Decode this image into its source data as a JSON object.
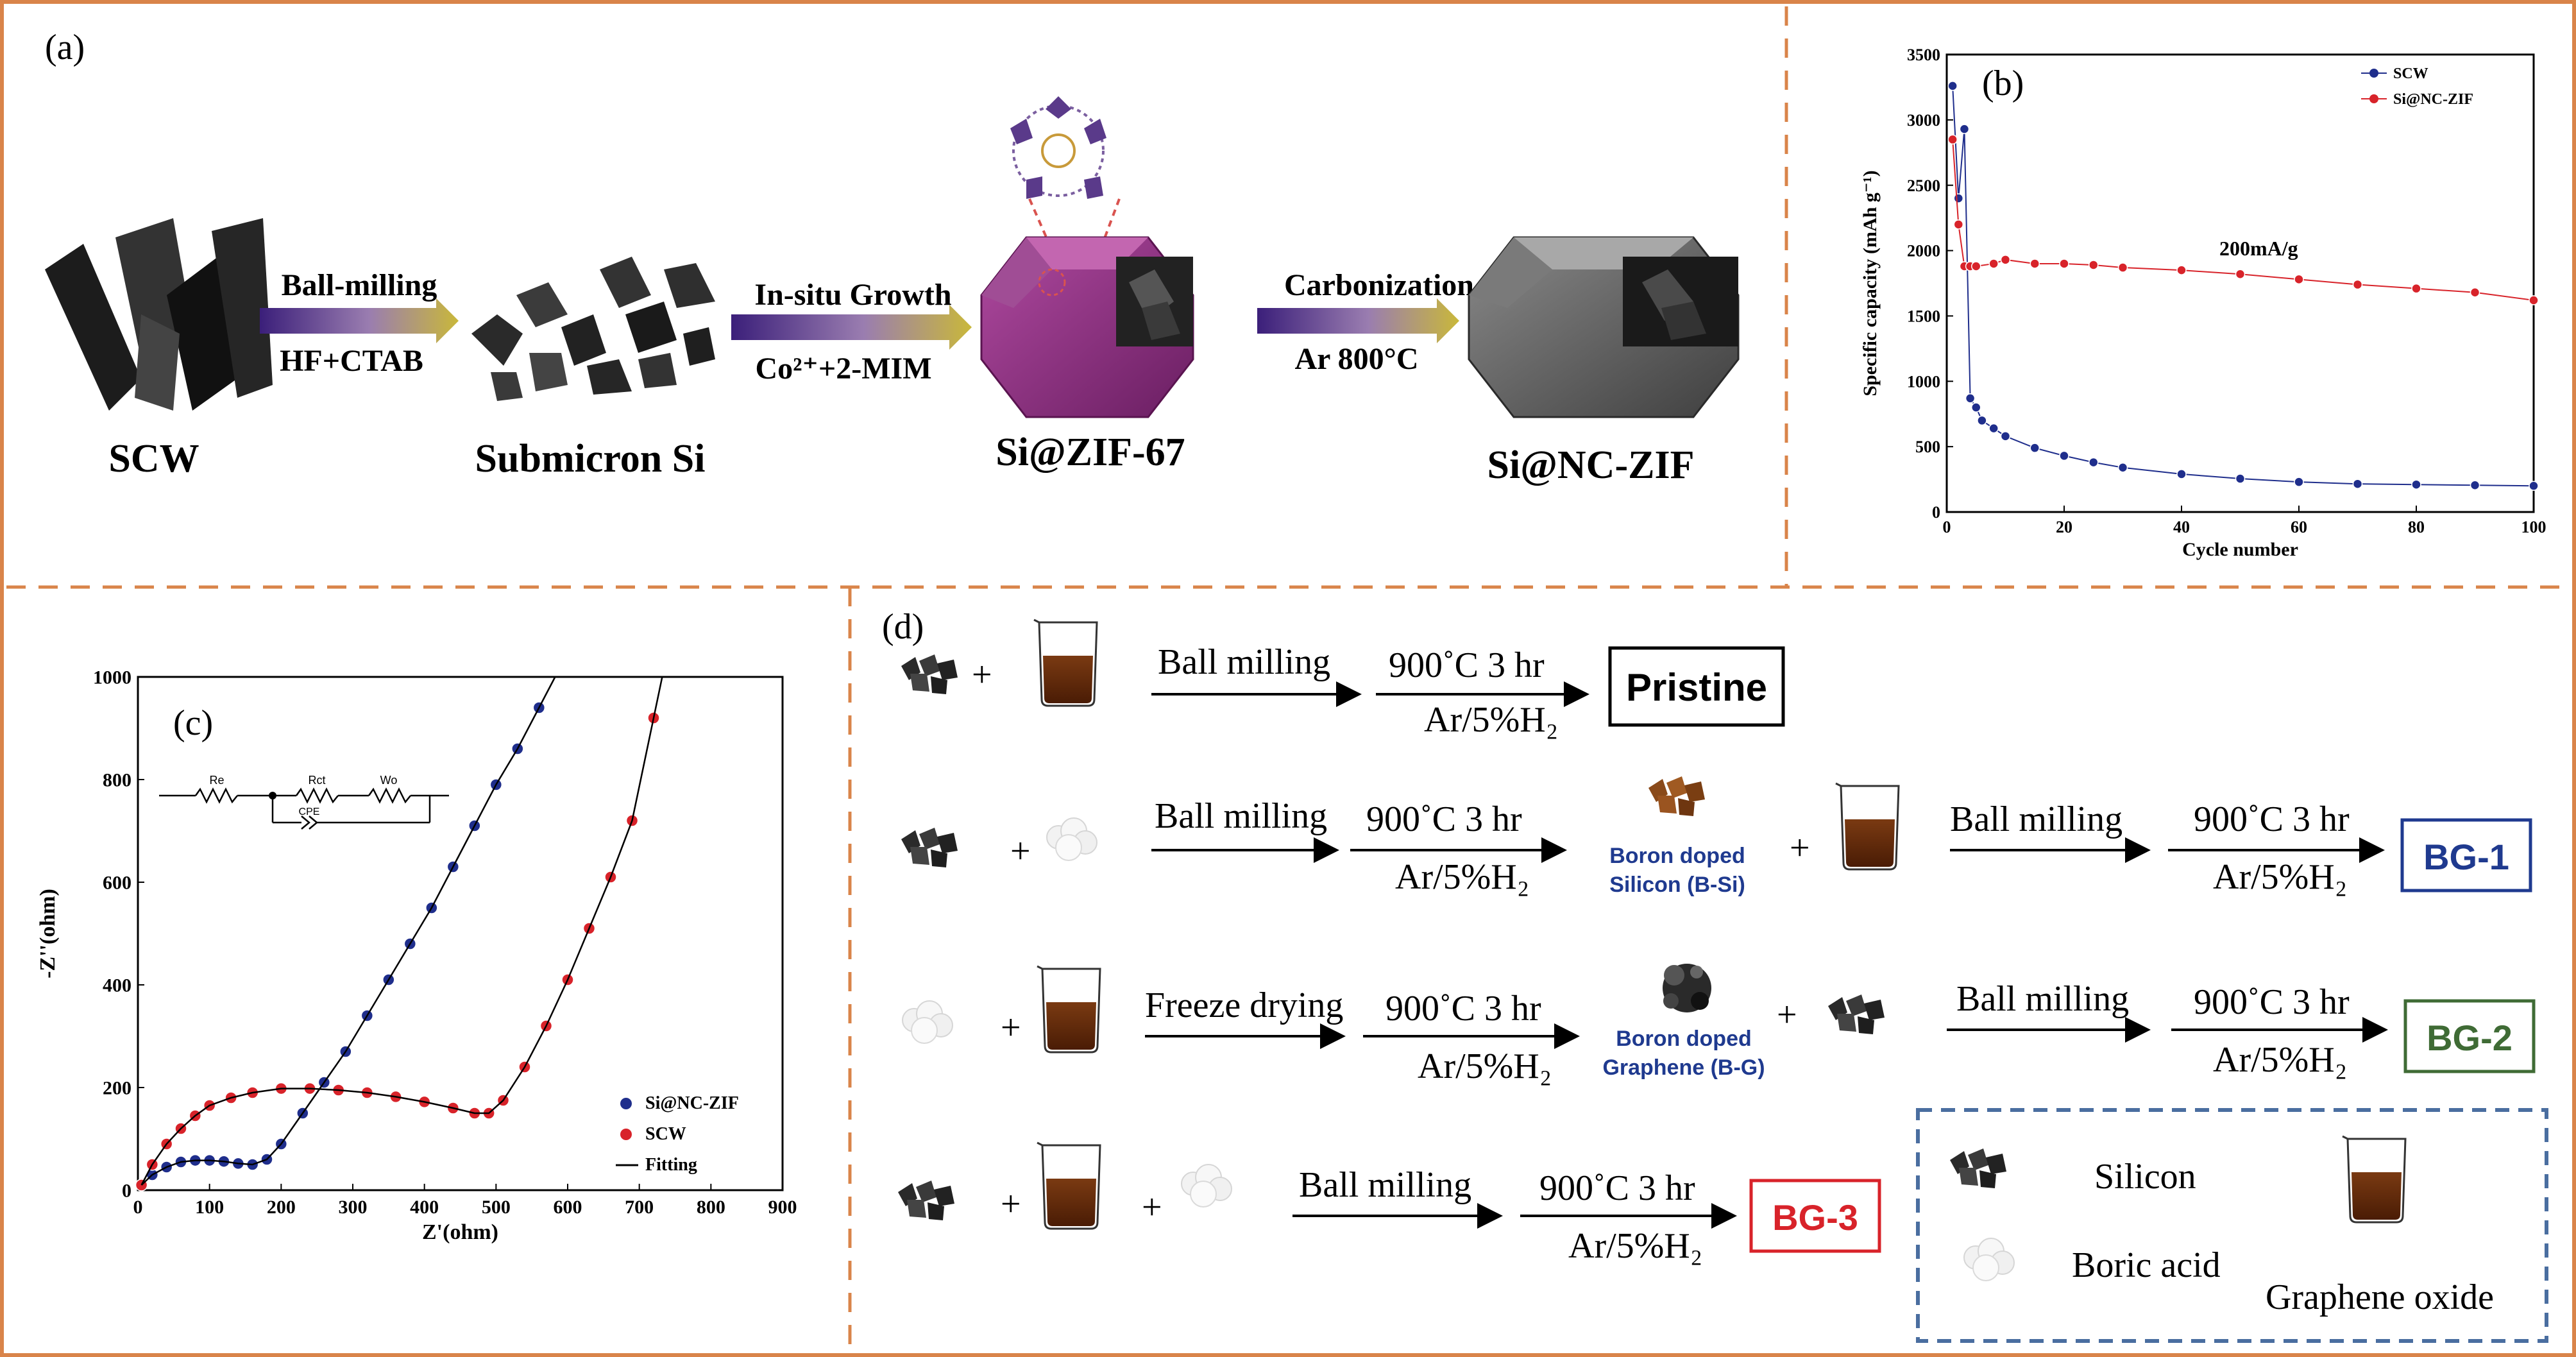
{
  "colors": {
    "frame": "#d9844a",
    "scw_series": "#1f2e8c",
    "zif_series": "#d8232a",
    "zif_crystal": "#8c2a80",
    "box_bg1": "#1f3a8f",
    "box_bg2": "#3f6b35",
    "box_bg3": "#d8232a",
    "legend_dash": "#4a6ea0",
    "beaker_liquid": "#5b2508"
  },
  "panel_a": {
    "label": "(a)",
    "materials": [
      "SCW",
      "Submicron Si",
      "Si@ZIF-67",
      "Si@NC-ZIF"
    ],
    "steps": [
      {
        "top": "Ball-milling",
        "bottom": "HF+CTAB"
      },
      {
        "top": "In-situ Growth",
        "bottom": "Co²⁺+2-MIM"
      },
      {
        "top": "Carbonization",
        "bottom": "Ar  800°C"
      }
    ]
  },
  "panel_b": {
    "label": "(b)",
    "annotation": "200mA/g"
  },
  "panel_c": {
    "label": "(c)",
    "circuit": {
      "re": "Re",
      "rct": "Rct",
      "wo": "Wo",
      "cpe": "CPE"
    }
  },
  "panel_d": {
    "label": "(d)",
    "rows": [
      {
        "step1": "Ball milling",
        "temp": "900˚C  3 hr",
        "gas": "Ar/5%H₂",
        "result": "Pristine"
      },
      {
        "step1": "Ball milling",
        "temp": "900˚C  3 hr",
        "gas": "Ar/5%H₂",
        "intermediate": "Boron doped\nSilicon (B-Si)",
        "step2": "Ball milling",
        "temp2": "900˚C  3 hr",
        "gas2": "Ar/5%H₂",
        "result": "BG-1"
      },
      {
        "step1": "Freeze drying",
        "temp": "900˚C  3 hr",
        "gas": "Ar/5%H₂",
        "intermediate": "Boron doped\nGraphene (B-G)",
        "step2": "Ball milling",
        "temp2": "900˚C  3 hr",
        "gas2": "Ar/5%H₂",
        "result": "BG-2"
      },
      {
        "step1": "Ball milling",
        "temp": "900˚C  3 hr",
        "gas": "Ar/5%H₂",
        "result": "BG-3"
      }
    ],
    "legend": {
      "silicon": "Silicon",
      "boric_acid": "Boric acid",
      "graphene_oxide": "Graphene oxide"
    }
  },
  "chart_data": [
    {
      "type": "scatter",
      "panel": "b",
      "xlabel": "Cycle number",
      "ylabel": "Specific capacity (mAh g⁻¹)",
      "xlim": [
        0,
        100
      ],
      "ylim": [
        0,
        3500
      ],
      "xticks": [
        0,
        20,
        40,
        60,
        80,
        100
      ],
      "yticks": [
        0,
        500,
        1000,
        1500,
        2000,
        2500,
        3000,
        3500
      ],
      "legend_position": "top-right",
      "series": [
        {
          "name": "SCW",
          "color": "#1f2e8c",
          "x": [
            1,
            2,
            3,
            4,
            5,
            6,
            8,
            10,
            15,
            20,
            25,
            30,
            40,
            50,
            60,
            70,
            80,
            90,
            100
          ],
          "y": [
            3260,
            2400,
            2930,
            870,
            800,
            700,
            640,
            580,
            490,
            430,
            380,
            340,
            290,
            255,
            230,
            215,
            210,
            205,
            200
          ]
        },
        {
          "name": "Si@NC-ZIF",
          "color": "#d8232a",
          "x": [
            1,
            2,
            3,
            4,
            5,
            8,
            10,
            15,
            20,
            25,
            30,
            40,
            50,
            60,
            70,
            80,
            90,
            100
          ],
          "y": [
            2850,
            2200,
            1880,
            1880,
            1880,
            1900,
            1930,
            1900,
            1900,
            1890,
            1870,
            1850,
            1820,
            1780,
            1740,
            1710,
            1680,
            1620
          ]
        }
      ]
    },
    {
      "type": "scatter",
      "panel": "c",
      "xlabel": "Z'(ohm)",
      "ylabel": "-Z''(ohm)",
      "xlim": [
        0,
        900
      ],
      "ylim": [
        0,
        1000
      ],
      "xticks": [
        0,
        100,
        200,
        300,
        400,
        500,
        600,
        700,
        800,
        900
      ],
      "yticks": [
        0,
        200,
        400,
        600,
        800,
        1000
      ],
      "legend_position": "bottom-right",
      "series": [
        {
          "name": "Si@NC-ZIF",
          "color": "#1f2e8c",
          "x": [
            5,
            20,
            40,
            60,
            80,
            100,
            120,
            140,
            160,
            180,
            200,
            230,
            260,
            290,
            320,
            350,
            380,
            410,
            440,
            470,
            500,
            530,
            560
          ],
          "y": [
            10,
            30,
            45,
            55,
            58,
            58,
            56,
            52,
            50,
            60,
            90,
            150,
            210,
            270,
            340,
            410,
            480,
            550,
            630,
            710,
            790,
            860,
            940
          ]
        },
        {
          "name": "SCW",
          "color": "#d8232a",
          "x": [
            5,
            20,
            40,
            60,
            80,
            100,
            130,
            160,
            200,
            240,
            280,
            320,
            360,
            400,
            440,
            470,
            490,
            510,
            540,
            570,
            600,
            630,
            660,
            690,
            720
          ],
          "y": [
            10,
            50,
            90,
            120,
            145,
            165,
            180,
            190,
            198,
            198,
            195,
            190,
            182,
            172,
            160,
            150,
            150,
            175,
            240,
            320,
            410,
            510,
            610,
            720,
            920
          ]
        },
        {
          "name": "Fitting",
          "color": "#000000",
          "x": [],
          "y": []
        }
      ]
    }
  ]
}
